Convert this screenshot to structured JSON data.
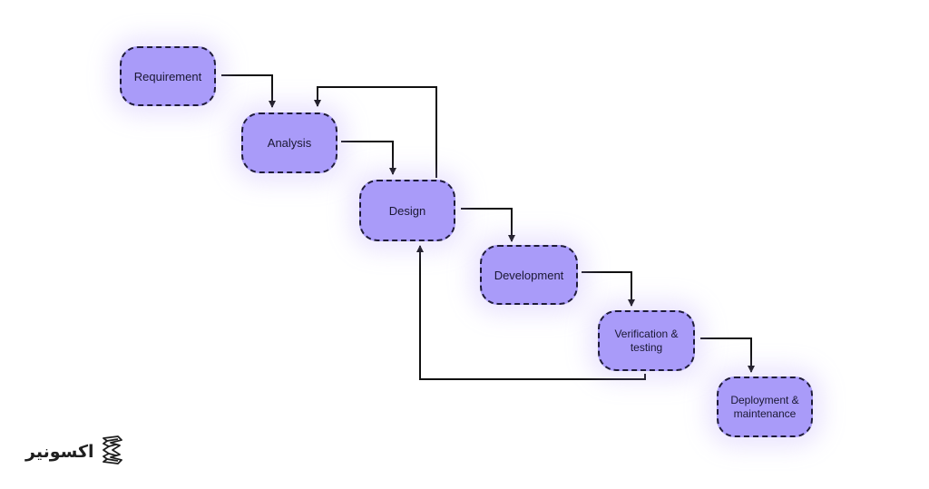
{
  "diagram": {
    "nodes": {
      "requirement": "Requirement",
      "analysis": "Analysis",
      "design": "Design",
      "development": "Development",
      "verification_line1": "Verification &",
      "verification_line2": "testing",
      "deployment_line1": "Deployment &",
      "deployment_line2": "maintenance"
    },
    "colors": {
      "node_fill": "#a99bf9",
      "node_border": "#1e1a3a",
      "arrow": "#111111",
      "glow": "#b29efc"
    }
  },
  "brand": {
    "name": "اکسونیر",
    "icon": "exonier-logo-icon"
  }
}
